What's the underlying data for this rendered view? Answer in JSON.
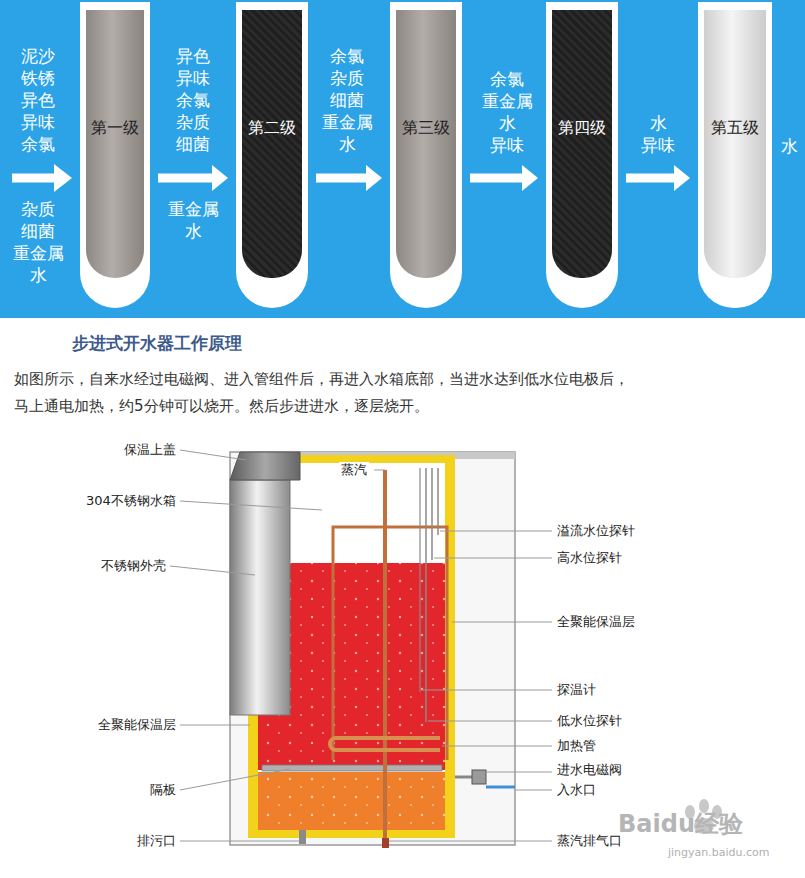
{
  "diagram": {
    "title": "步进式开水器工作原理",
    "nodes": [
      {
        "text": [
          "第一级"
        ]
      },
      {
        "text": [
          "第二级"
        ]
      },
      {
        "text": [
          "第三级"
        ]
      },
      {
        "text": [
          "第四级"
        ]
      },
      {
        "text": [
          "第五级"
        ]
      }
    ],
    "edges": [
      {
        "from": 0,
        "to": 1,
        "arrow": "to"
      },
      {
        "from": 1,
        "to": 2,
        "arrow": "to"
      },
      {
        "from": 2,
        "to": 3,
        "arrow": "to"
      },
      {
        "from": 3,
        "to": 4,
        "arrow": "to"
      }
    ],
    "labels": [
      "泥沙 铁锈 异色 异味 余氯",
      "杂质 细菌 重金属 水",
      "异色 异味 余氯 杂质 细菌",
      "重金属 水",
      "余氯 杂质 细菌 重金属 水",
      "余氯 重金属 水 异味",
      "水 异味",
      "水",
      "如图所示，自来水经过电磁阀、进入管组件后，再进入水箱底部，当进水达到低水位电极后，马上通电加热，约5分钟可以烧开。然后步进进水，逐层烧开。",
      "保温上盖",
      "304不锈钢水箱",
      "蒸汽",
      "溢流水位探针",
      "高水位探针",
      "不锈钢外壳",
      "全聚能保温层",
      "探温计",
      "全聚能保温层",
      "低水位探针",
      "加热管",
      "进水电磁阀",
      "隔板",
      "入水口",
      "排污口",
      "蒸汽排气口",
      "Baidu经验",
      "jingyan.baidu.com"
    ]
  }
}
